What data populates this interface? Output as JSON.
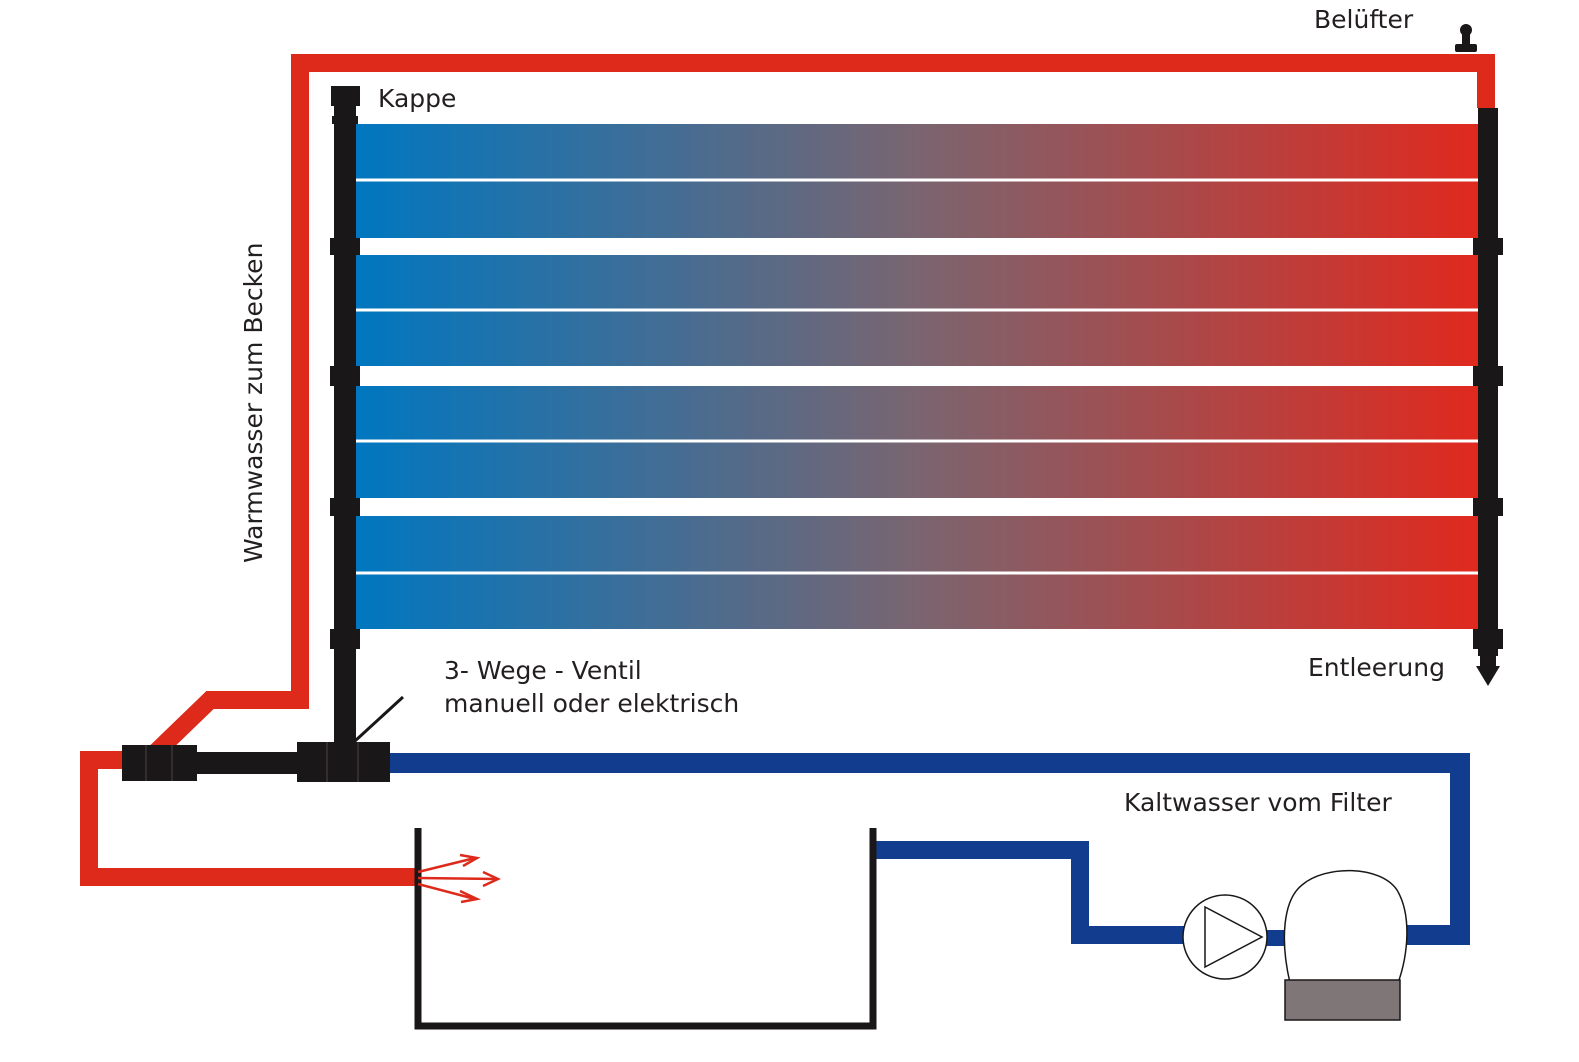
{
  "labels": {
    "belufter": "Belüfter",
    "kappe": "Kappe",
    "warmwasser": "Warmwasser zum Becken",
    "ventil_line1": "3- Wege - Ventil",
    "ventil_line2": "manuell oder elektrisch",
    "entleerung": "Entleerung",
    "kaltwasser": "Kaltwasser vom Filter"
  },
  "colors": {
    "hot_pipe": "#dd2a1b",
    "cold_pipe": "#123d8f",
    "collector_cold": "#0077c0",
    "collector_hot": "#e0291e",
    "header_pipe": "#1a1718",
    "filter_base": "#7f7777"
  },
  "collector": {
    "panels": 4,
    "tubes_per_panel": 2
  },
  "icons": [
    "pump-icon",
    "filter-icon",
    "drain-arrow-icon",
    "air-vent-icon",
    "flow-arrows-icon"
  ]
}
